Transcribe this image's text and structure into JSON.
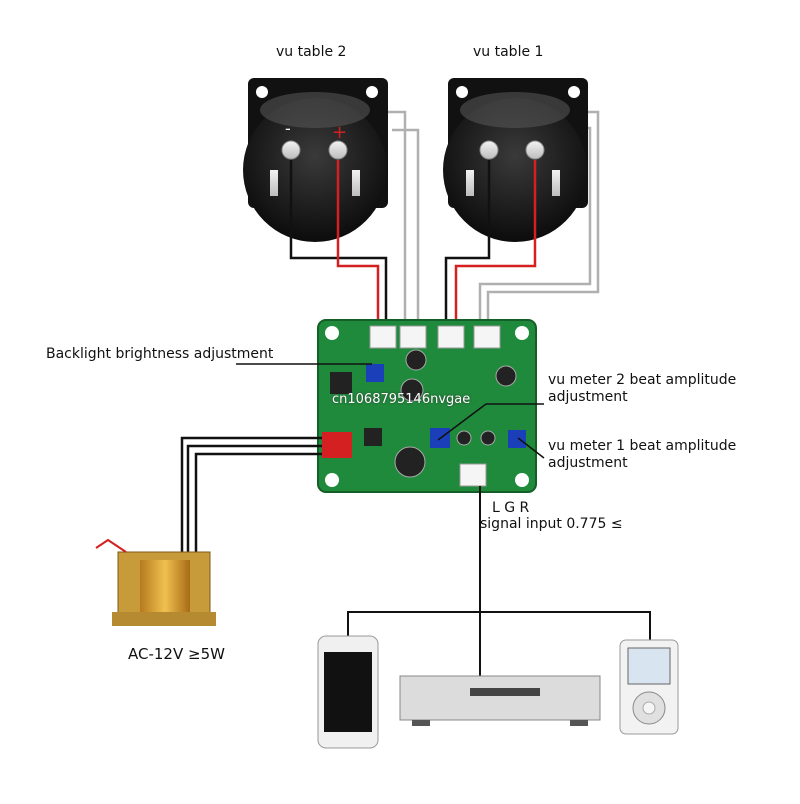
{
  "labels": {
    "vu_table_2": "vu table 2",
    "vu_table_1": "vu table 1",
    "backlight": "Backlight brightness adjustment",
    "vu2_line1": "vu meter 2 beat amplitude",
    "vu2_line2": "adjustment",
    "vu1_line1": "vu meter 1 beat amplitude",
    "vu1_line2": "adjustment",
    "lgr": "L G R",
    "signal": "signal input 0.775 ≤",
    "power": "AC-12V ≥5W"
  },
  "watermark": "cn1068795146nvgae",
  "colors": {
    "wire_black": "#111111",
    "wire_red": "#d42020",
    "wire_gray": "#b0b0b0",
    "pcb_green": "#1f8a3b",
    "trimmer_blue": "#1a3fb8"
  }
}
